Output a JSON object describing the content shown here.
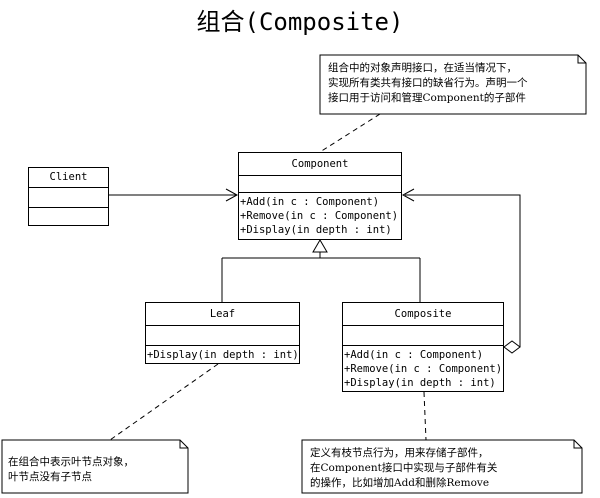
{
  "title": "组合(Composite)",
  "classes": {
    "client": {
      "name": "Client",
      "operations": []
    },
    "component": {
      "name": "Component",
      "operations": [
        "+Add(in c : Component)",
        "+Remove(in c : Component)",
        "+Display(in depth : int)"
      ]
    },
    "leaf": {
      "name": "Leaf",
      "operations": [
        "+Display(in depth : int)"
      ]
    },
    "composite": {
      "name": "Composite",
      "operations": [
        "+Add(in c : Component)",
        "+Remove(in c : Component)",
        "+Display(in depth : int)"
      ]
    }
  },
  "notes": {
    "component_note": [
      "组合中的对象声明接口，在适当情况下，",
      "实现所有类共有接口的缺省行为。声明一个",
      "接口用于访问和管理Component的子部件"
    ],
    "leaf_note": [
      "在组合中表示叶节点对象，",
      "叶节点没有子节点"
    ],
    "composite_note": [
      "定义有枝节点行为，用来存储子部件，",
      "在Component接口中实现与子部件有关",
      "的操作，比如增加Add和删除Remove"
    ]
  }
}
